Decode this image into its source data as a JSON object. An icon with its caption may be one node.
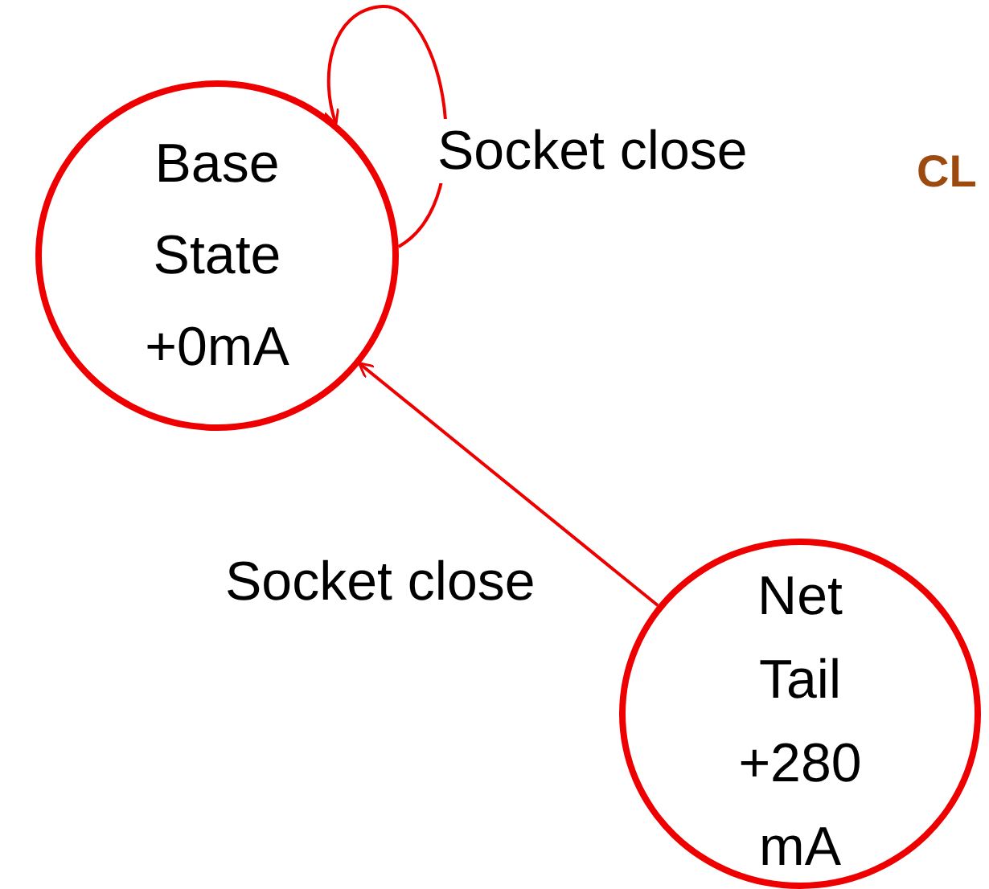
{
  "diagram": {
    "nodes": [
      {
        "text": [
          "Base State +0mA"
        ]
      },
      {
        "text": [
          "Net Tail +280 mA"
        ]
      }
    ],
    "edges": [
      {
        "from": 0,
        "to": 0,
        "arrow": "to",
        "label": "Socket close"
      },
      {
        "from": 1,
        "to": 0,
        "arrow": "to",
        "label": "Socket close"
      }
    ],
    "labels": [
      "CL"
    ]
  }
}
